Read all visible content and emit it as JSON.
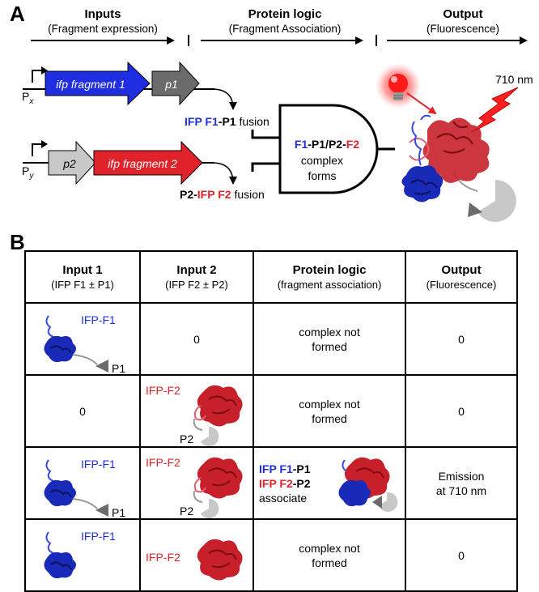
{
  "panel_a": {
    "label": "A",
    "headers": [
      {
        "title": "Inputs",
        "subtitle": "(Fragment expression)"
      },
      {
        "title": "Protein logic",
        "subtitle": "(Fragment Association)"
      },
      {
        "title": "Output",
        "subtitle": "(Fluorescence)"
      }
    ],
    "gene1": {
      "fragment": "ifp fragment 1",
      "tag": "p1",
      "promoter": "P",
      "promoter_sub": "x"
    },
    "gene2": {
      "tag": "p2",
      "fragment": "ifp fragment 2",
      "promoter": "P",
      "promoter_sub": "y"
    },
    "fusion1": {
      "ifp": "IFP ",
      "f": "F1",
      "dash": "-",
      "p": "P1",
      "suffix": " fusion"
    },
    "fusion2": {
      "p": "P2",
      "dash": "-",
      "ifp": "IFP ",
      "f": "F2",
      "suffix": " fusion"
    },
    "gate": {
      "f1": "F1",
      "p1": "-P1/P2-",
      "f2": "F2",
      "line2": "complex",
      "line3": "forms"
    },
    "wavelength": "710 nm",
    "colors": {
      "blue": "#1f2ee0",
      "red": "#e0232a",
      "grey_dark": "#6b6b6b",
      "grey_light": "#c8c8c8"
    }
  },
  "panel_b": {
    "label": "B",
    "columns": [
      {
        "title": "Input 1",
        "subtitle": "(IFP F1 ± P1)"
      },
      {
        "title": "Input 2",
        "subtitle": "(IFP F2 ± P2)"
      },
      {
        "title": "Protein logic",
        "subtitle": "(fragment association)"
      },
      {
        "title": "Output",
        "subtitle": "(Fluorescence)"
      }
    ],
    "rows": [
      {
        "input1": {
          "text": "IFP-F1",
          "tag": "P1"
        },
        "input2": {
          "text": "0"
        },
        "logic": {
          "line1": "complex not",
          "line2": "formed"
        },
        "output": {
          "line1": "0",
          "line2": ""
        }
      },
      {
        "input1": {
          "text": "0"
        },
        "input2": {
          "text": "IFP-F2",
          "tag": "P2"
        },
        "logic": {
          "line1": "complex not",
          "line2": "formed"
        },
        "output": {
          "line1": "0",
          "line2": ""
        }
      },
      {
        "input1": {
          "text": "IFP-F1",
          "tag": "P1"
        },
        "input2": {
          "text": "IFP-F2",
          "tag": "P2"
        },
        "logic": {
          "a1": "IFP F1",
          "a2": "-P1",
          "b1": "IFP F2",
          "b2": "-P2",
          "c": "associate"
        },
        "output": {
          "line1": "Emission",
          "line2": "at 710 nm"
        }
      },
      {
        "input1": {
          "text": "IFP-F1"
        },
        "input2": {
          "text": "IFP-F2"
        },
        "logic": {
          "line1": "complex not",
          "line2": "formed"
        },
        "output": {
          "line1": "0",
          "line2": ""
        }
      }
    ]
  }
}
